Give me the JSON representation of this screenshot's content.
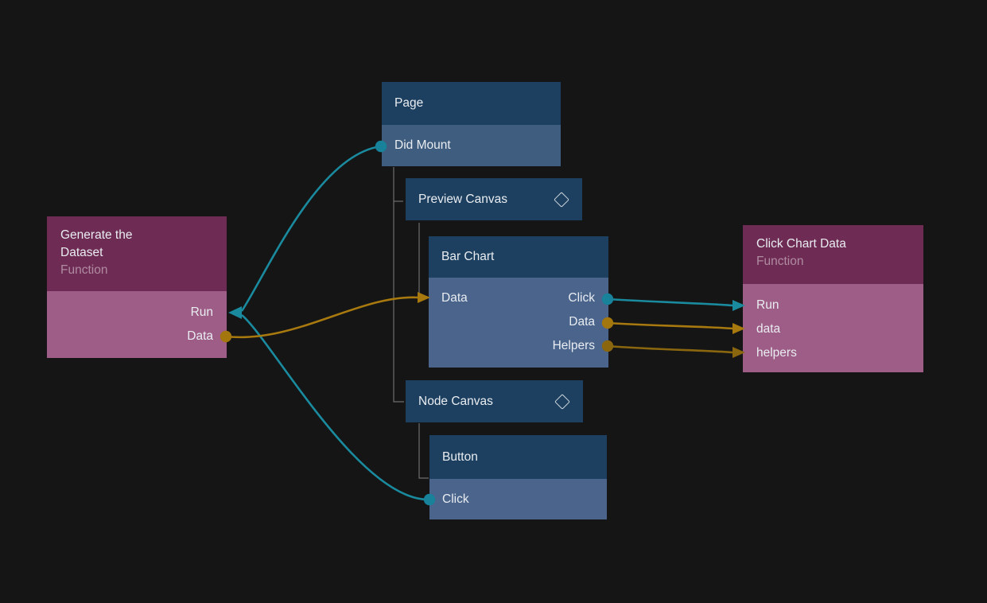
{
  "app": {
    "view": "node-graph-canvas"
  },
  "colors": {
    "background": "#151515",
    "node_blue_header": "#1d4060",
    "node_blue_body": "#4a648c",
    "node_blue_body_dim": "#3f5d7e",
    "node_purple_header": "#6e2b54",
    "node_purple_body": "#9e5d86",
    "signal_wire_teal": "#1a8a9e",
    "data_wire_orange": "#a8790f",
    "data_wire_orange_dim": "#8a670f",
    "hierarchy_line_gray": "#6e6e6e"
  },
  "nodes": {
    "page": {
      "title": "Page",
      "outputs": [
        "Did Mount"
      ]
    },
    "preview_canvas": {
      "title": "Preview Canvas"
    },
    "bar_chart": {
      "title": "Bar Chart",
      "inputs": [
        "Data"
      ],
      "outputs": [
        "Click",
        "Data",
        "Helpers"
      ]
    },
    "node_canvas": {
      "title": "Node Canvas"
    },
    "button": {
      "title": "Button",
      "outputs": [
        "Click"
      ]
    },
    "generate_dataset": {
      "title": "Generate the Dataset",
      "subtitle": "Function",
      "ports": [
        "Run",
        "Data"
      ]
    },
    "click_chart_data": {
      "title": "Click Chart Data",
      "subtitle": "Function",
      "inputs": [
        "Run",
        "data",
        "helpers"
      ]
    }
  },
  "hierarchy": [
    {
      "parent": "Page",
      "children": [
        "Preview Canvas",
        "Node Canvas"
      ]
    },
    {
      "parent": "Preview Canvas",
      "children": [
        "Bar Chart"
      ]
    },
    {
      "parent": "Node Canvas",
      "children": [
        "Button"
      ]
    }
  ],
  "connections": [
    {
      "from": "Page.Did Mount",
      "to": "Generate the Dataset.Run",
      "type": "signal"
    },
    {
      "from": "Button.Click",
      "to": "Generate the Dataset.Run",
      "type": "signal"
    },
    {
      "from": "Generate the Dataset.Data",
      "to": "Bar Chart.Data",
      "type": "data"
    },
    {
      "from": "Bar Chart.Click",
      "to": "Click Chart Data.Run",
      "type": "signal"
    },
    {
      "from": "Bar Chart.Data",
      "to": "Click Chart Data.data",
      "type": "data"
    },
    {
      "from": "Bar Chart.Helpers",
      "to": "Click Chart Data.helpers",
      "type": "data"
    }
  ]
}
